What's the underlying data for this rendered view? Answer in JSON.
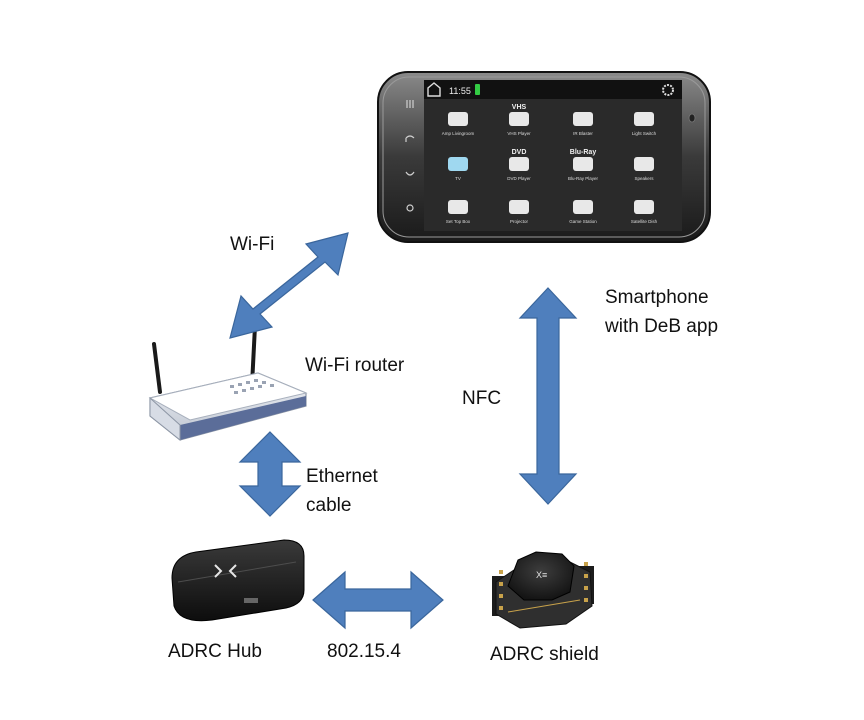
{
  "labels": {
    "wifi": "Wi-Fi",
    "wifi_router": "Wi-Fi router",
    "nfc": "NFC",
    "smartphone_line1": "Smartphone",
    "smartphone_line2": "with DeB app",
    "ethernet_line1": "Ethernet",
    "ethernet_line2": "cable",
    "hub": "ADRC Hub",
    "protocol": "802.15.4",
    "shield": "ADRC shield"
  },
  "phone": {
    "status_time": "11:55",
    "apps": [
      {
        "top": "",
        "label": "Amp Livingroom"
      },
      {
        "top": "VHS",
        "label": "VHS Player"
      },
      {
        "top": "",
        "label": "IR Blaster"
      },
      {
        "top": "",
        "label": "Light Switch"
      },
      {
        "top": "",
        "label": "TV"
      },
      {
        "top": "DVD",
        "label": "DVD Player"
      },
      {
        "top": "Blu-Ray",
        "label": "Blu-Ray Player"
      },
      {
        "top": "",
        "label": "Speakers"
      },
      {
        "top": "",
        "label": "Set Top Box"
      },
      {
        "top": "",
        "label": "Projector"
      },
      {
        "top": "",
        "label": "Game Station"
      },
      {
        "top": "",
        "label": "Satellite Dish"
      }
    ]
  },
  "colors": {
    "arrow_fill": "#4f7fbd",
    "arrow_stroke": "#3a669c",
    "screen": "#2a2a2a"
  }
}
